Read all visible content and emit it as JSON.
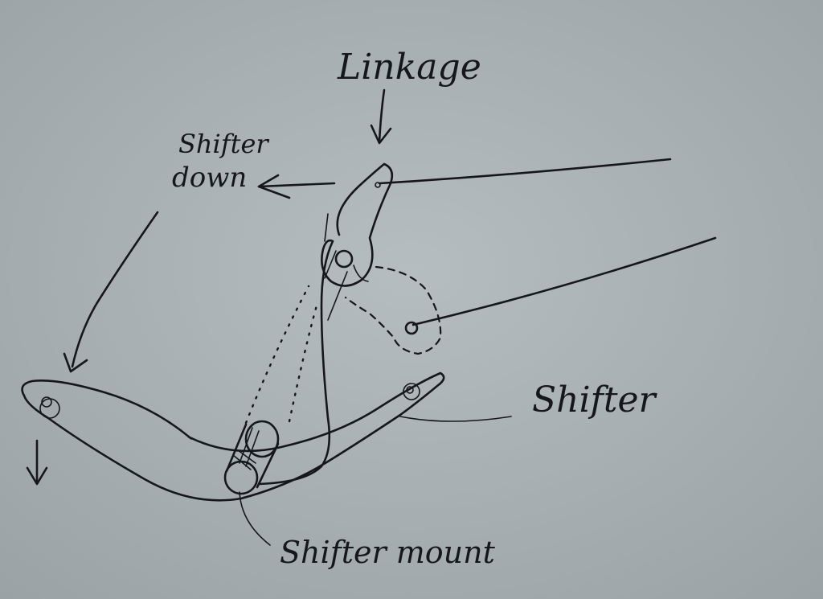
{
  "labels": {
    "linkage": "Linkage",
    "shifter_down_line1": "Shifter",
    "shifter_down_line2": "down",
    "shifter": "Shifter",
    "shifter_mount": "Shifter mount"
  },
  "colors": {
    "paper": "#a9b1b5",
    "ink": "#15171a"
  }
}
